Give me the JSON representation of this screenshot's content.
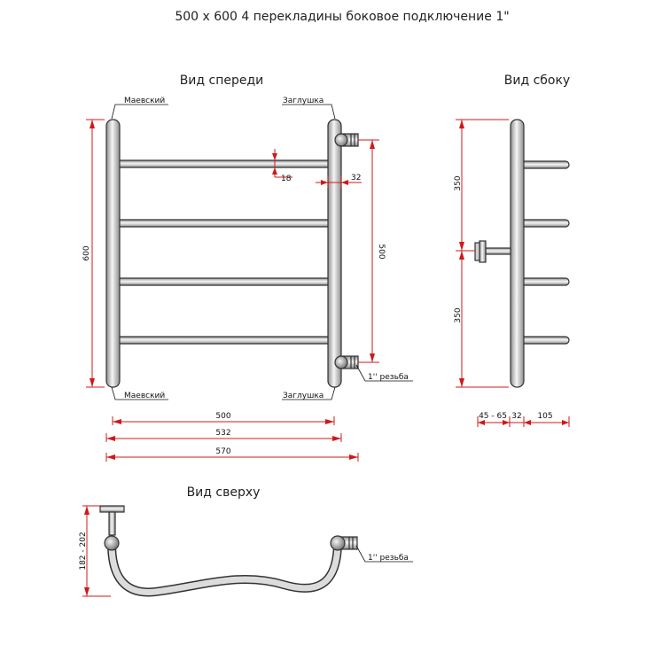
{
  "title": "500 х 600 4 перекладины боковое подключение 1\"",
  "views": {
    "front": "Вид спереди",
    "side": "Вид сбоку",
    "top": "Вид сверху"
  },
  "labels": {
    "mayevsky": "Маевский",
    "plug": "Заглушка",
    "thread": "1'' резьба"
  },
  "dimensions": {
    "height_600": "600",
    "center_500": "500",
    "bar_18": "18",
    "pipe_32": "32",
    "width_500": "500",
    "width_532": "532",
    "width_570": "570",
    "side_350_top": "350",
    "side_350_bottom": "350",
    "side_45_65": "45 - 65",
    "side_32": "32",
    "side_105": "105",
    "top_182_202": "182 - 202"
  },
  "colors": {
    "dimension": "#d01818",
    "pipe_edge": "#333333",
    "pipe_light": "#f4f4f4",
    "pipe_dark": "#9a9a9a"
  }
}
